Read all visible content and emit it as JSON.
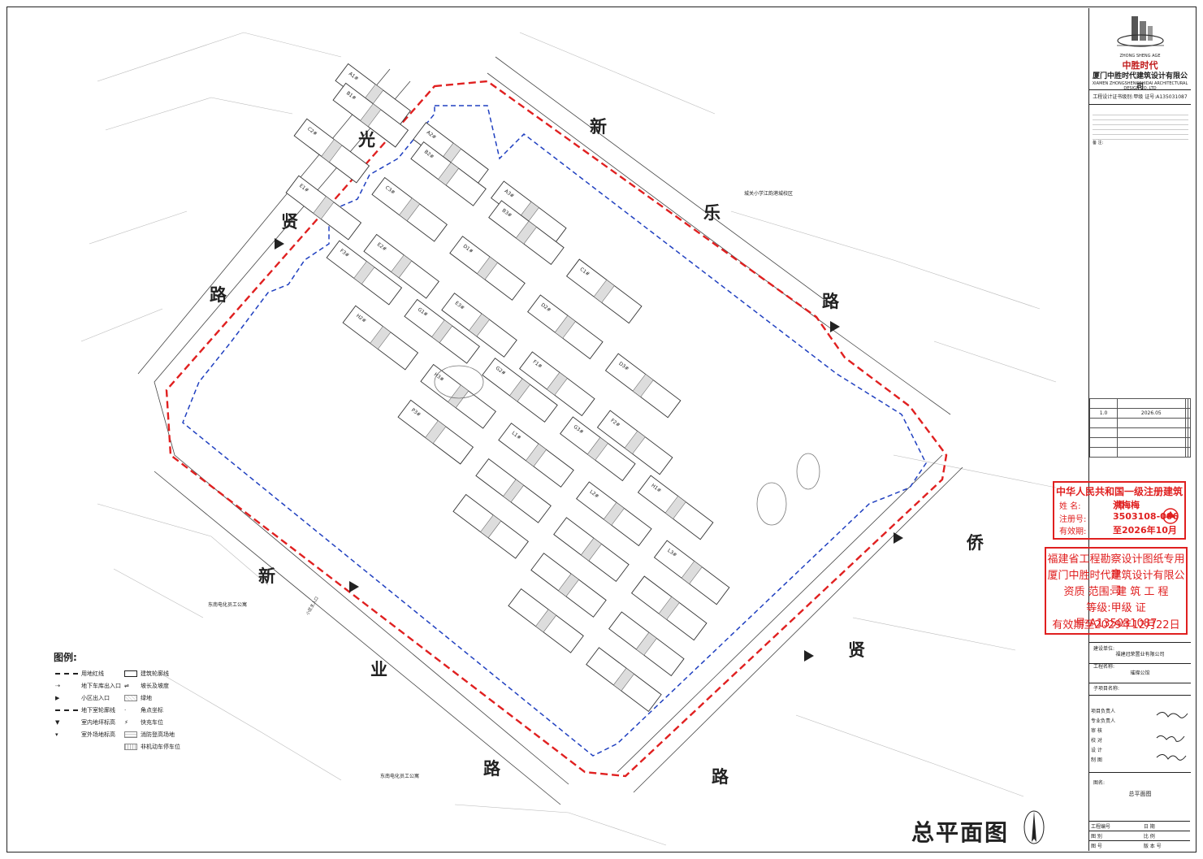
{
  "drawing_title": "总平面图",
  "roads": {
    "guangxian_1": "光",
    "guangxian_2": "贤",
    "guangxian_3": "路",
    "xinle_1": "新",
    "xinle_2": "乐",
    "xinle_3": "路",
    "xinqiao_1": "侨",
    "xinqiao_2": "贤",
    "xinqiao_3": "路",
    "xinye_1": "新",
    "xinye_2": "业",
    "xinye_3": "路"
  },
  "labels": {
    "school": "城关小学江韵港城校区",
    "dorm1": "东南电化员工公寓",
    "dorm2": "东南电化员工公寓",
    "entrance": "小区主入口"
  },
  "buildings": [
    "A1#",
    "A2#",
    "A3#",
    "B1#",
    "B2#",
    "B3#",
    "C1#",
    "C2#",
    "C3#",
    "D1#",
    "D2#",
    "D3#",
    "E1#",
    "E2#",
    "E3#",
    "F1#",
    "F2#",
    "F3#",
    "G1#",
    "G2#",
    "G3#",
    "H1#",
    "H2#",
    "H3#",
    "L1#",
    "L2#",
    "L3#",
    "P3#"
  ],
  "legend": {
    "title": "图例:",
    "items_left": [
      "用地红线",
      "地下车库出入口",
      "小区出入口",
      "地下室轮廓线",
      "室内地坪标高",
      "室外场地标高"
    ],
    "items_right": [
      "建筑轮廓线",
      "坡长及坡度",
      "绿地",
      "角点坐标",
      "快充车位",
      "消防登高场地",
      "非机动车停车位"
    ]
  },
  "title_block": {
    "logo_text": "ZHONG SHENG AGE",
    "logo_cn": "中胜时代",
    "company": "厦门中胜时代建筑设计有限公司",
    "company_en": "XIAMEN ZHONGSHENGSHIDAI ARCHITECTURAL DESIGN CO.,LTD",
    "cert": "工程设计证书级别:甲级  证号:A135031087",
    "notes_label": "备 注:",
    "revision": {
      "no": "1.0",
      "date": "2026.05"
    },
    "client_label": "建设单位:",
    "client": "福建冠荣置业有限公司",
    "project_label": "工程名称:",
    "project": "璀璨公馆",
    "subproject_label": "子项目名称:",
    "sign_rows": [
      "项目负责人",
      "专业负责人",
      "审 核",
      "校 对",
      "设 计",
      "制 图"
    ],
    "drawing_name_label": "图名:",
    "drawing_name": "总平面图",
    "bottom_rows": [
      [
        "工程编号",
        "日 期"
      ],
      [
        "图 别",
        "比 例"
      ],
      [
        "图 号",
        "版 本 号"
      ]
    ]
  },
  "stamp_architect": {
    "title": "中华人民共和国一级注册建筑师",
    "name_label": "姓 名:",
    "name": "洪梅梅",
    "reg_label": "注册号:",
    "reg": "3503108-006",
    "valid_label": "有效期:",
    "valid": "至2026年10月"
  },
  "stamp_company": {
    "line1": "福建省工程勘察设计图纸专用章",
    "line2": "厦门中胜时代建筑设计有限公司",
    "line3": "资质 范围: 建 筑 工 程",
    "line4": "等级:甲级 证号:A135031087",
    "line5": "有效期至2029年12月22日"
  },
  "colors": {
    "red_line": "#e02020",
    "blue_line": "#2040c0",
    "ink": "#222222"
  }
}
